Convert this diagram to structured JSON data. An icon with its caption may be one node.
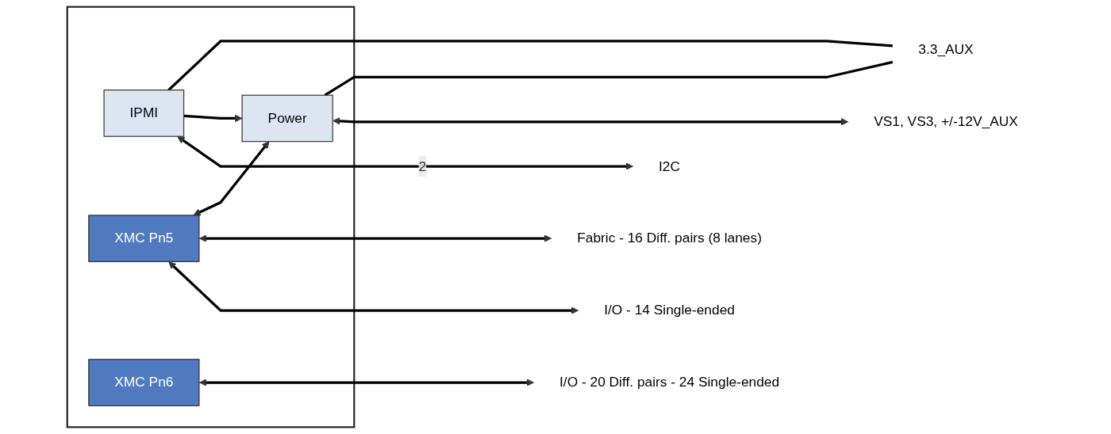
{
  "diagram": {
    "nodes": [
      {
        "text": [],
        "shape": "box"
      },
      {
        "text": [
          "IPMI"
        ],
        "in": 0
      },
      {
        "text": [
          "Power"
        ],
        "in": 0
      },
      {
        "text": [
          "XMC Pn5"
        ],
        "in": 0
      },
      {
        "text": [
          "XMC Pn6"
        ],
        "in": 0
      },
      {
        "text": [
          "3.3_AUX"
        ]
      },
      {
        "text": [
          "I2C"
        ]
      },
      {
        "text": [
          "VS1, VS3, +/-12V_AUX"
        ]
      },
      {
        "text": [
          "Fabric - 16 Diff. pairs (8 lanes)"
        ]
      },
      {
        "text": [
          "I/O - 14 Single-ended"
        ]
      },
      {
        "text": [
          "I/O - 20 Diff. pairs - 24 Single-ended"
        ]
      }
    ],
    "edges": [
      {
        "from": 1,
        "to": 5,
        "arrow": "none"
      },
      {
        "from": 2,
        "to": 5,
        "arrow": "none"
      },
      {
        "from": 1,
        "to": 2,
        "arrow": "to"
      },
      {
        "from": 1,
        "to": 6,
        "arrow": "both",
        "label": "2"
      },
      {
        "from": 3,
        "to": 2,
        "arrow": "both"
      },
      {
        "from": 2,
        "to": 7,
        "arrow": "both"
      },
      {
        "from": 3,
        "to": 8,
        "arrow": "both"
      },
      {
        "from": 3,
        "to": 9,
        "arrow": "both"
      },
      {
        "from": 4,
        "to": 10,
        "arrow": "both"
      }
    ]
  }
}
